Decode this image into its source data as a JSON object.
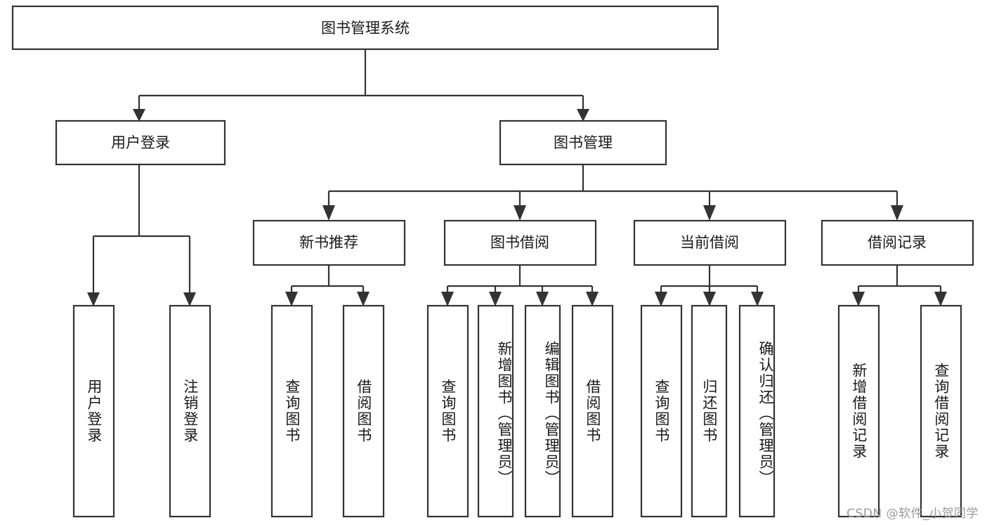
{
  "diagram": {
    "title": "图书管理系统",
    "type": "tree-hierarchy",
    "watermark": "CSDN @软件_小贺同学",
    "colors": {
      "stroke": "#333333",
      "fill": "#ffffff",
      "text": "#1a1a1a",
      "watermark": "#9a9a9a",
      "background": "#ffffff"
    },
    "root": {
      "label": "图书管理系统"
    },
    "level2": [
      {
        "label": "用户登录"
      },
      {
        "label": "图书管理"
      }
    ],
    "level3": [
      {
        "label": "新书推荐"
      },
      {
        "label": "图书借阅"
      },
      {
        "label": "当前借阅"
      },
      {
        "label": "借阅记录"
      }
    ],
    "leaves_user_login": [
      {
        "label": "用户登录"
      },
      {
        "label": "注销登录"
      }
    ],
    "leaves_new_book": [
      {
        "label": "查询图书"
      },
      {
        "label": "借阅图书"
      }
    ],
    "leaves_borrow": [
      {
        "label": "查询图书"
      },
      {
        "label": "新增图书（管理员）"
      },
      {
        "label": "编辑图书（管理员）"
      },
      {
        "label": "借阅图书"
      }
    ],
    "leaves_current": [
      {
        "label": "查询图书"
      },
      {
        "label": "归还图书"
      },
      {
        "label": "确认归还（管理员）"
      }
    ],
    "leaves_record": [
      {
        "label": "新增借阅记录"
      },
      {
        "label": "查询借阅记录"
      }
    ]
  }
}
